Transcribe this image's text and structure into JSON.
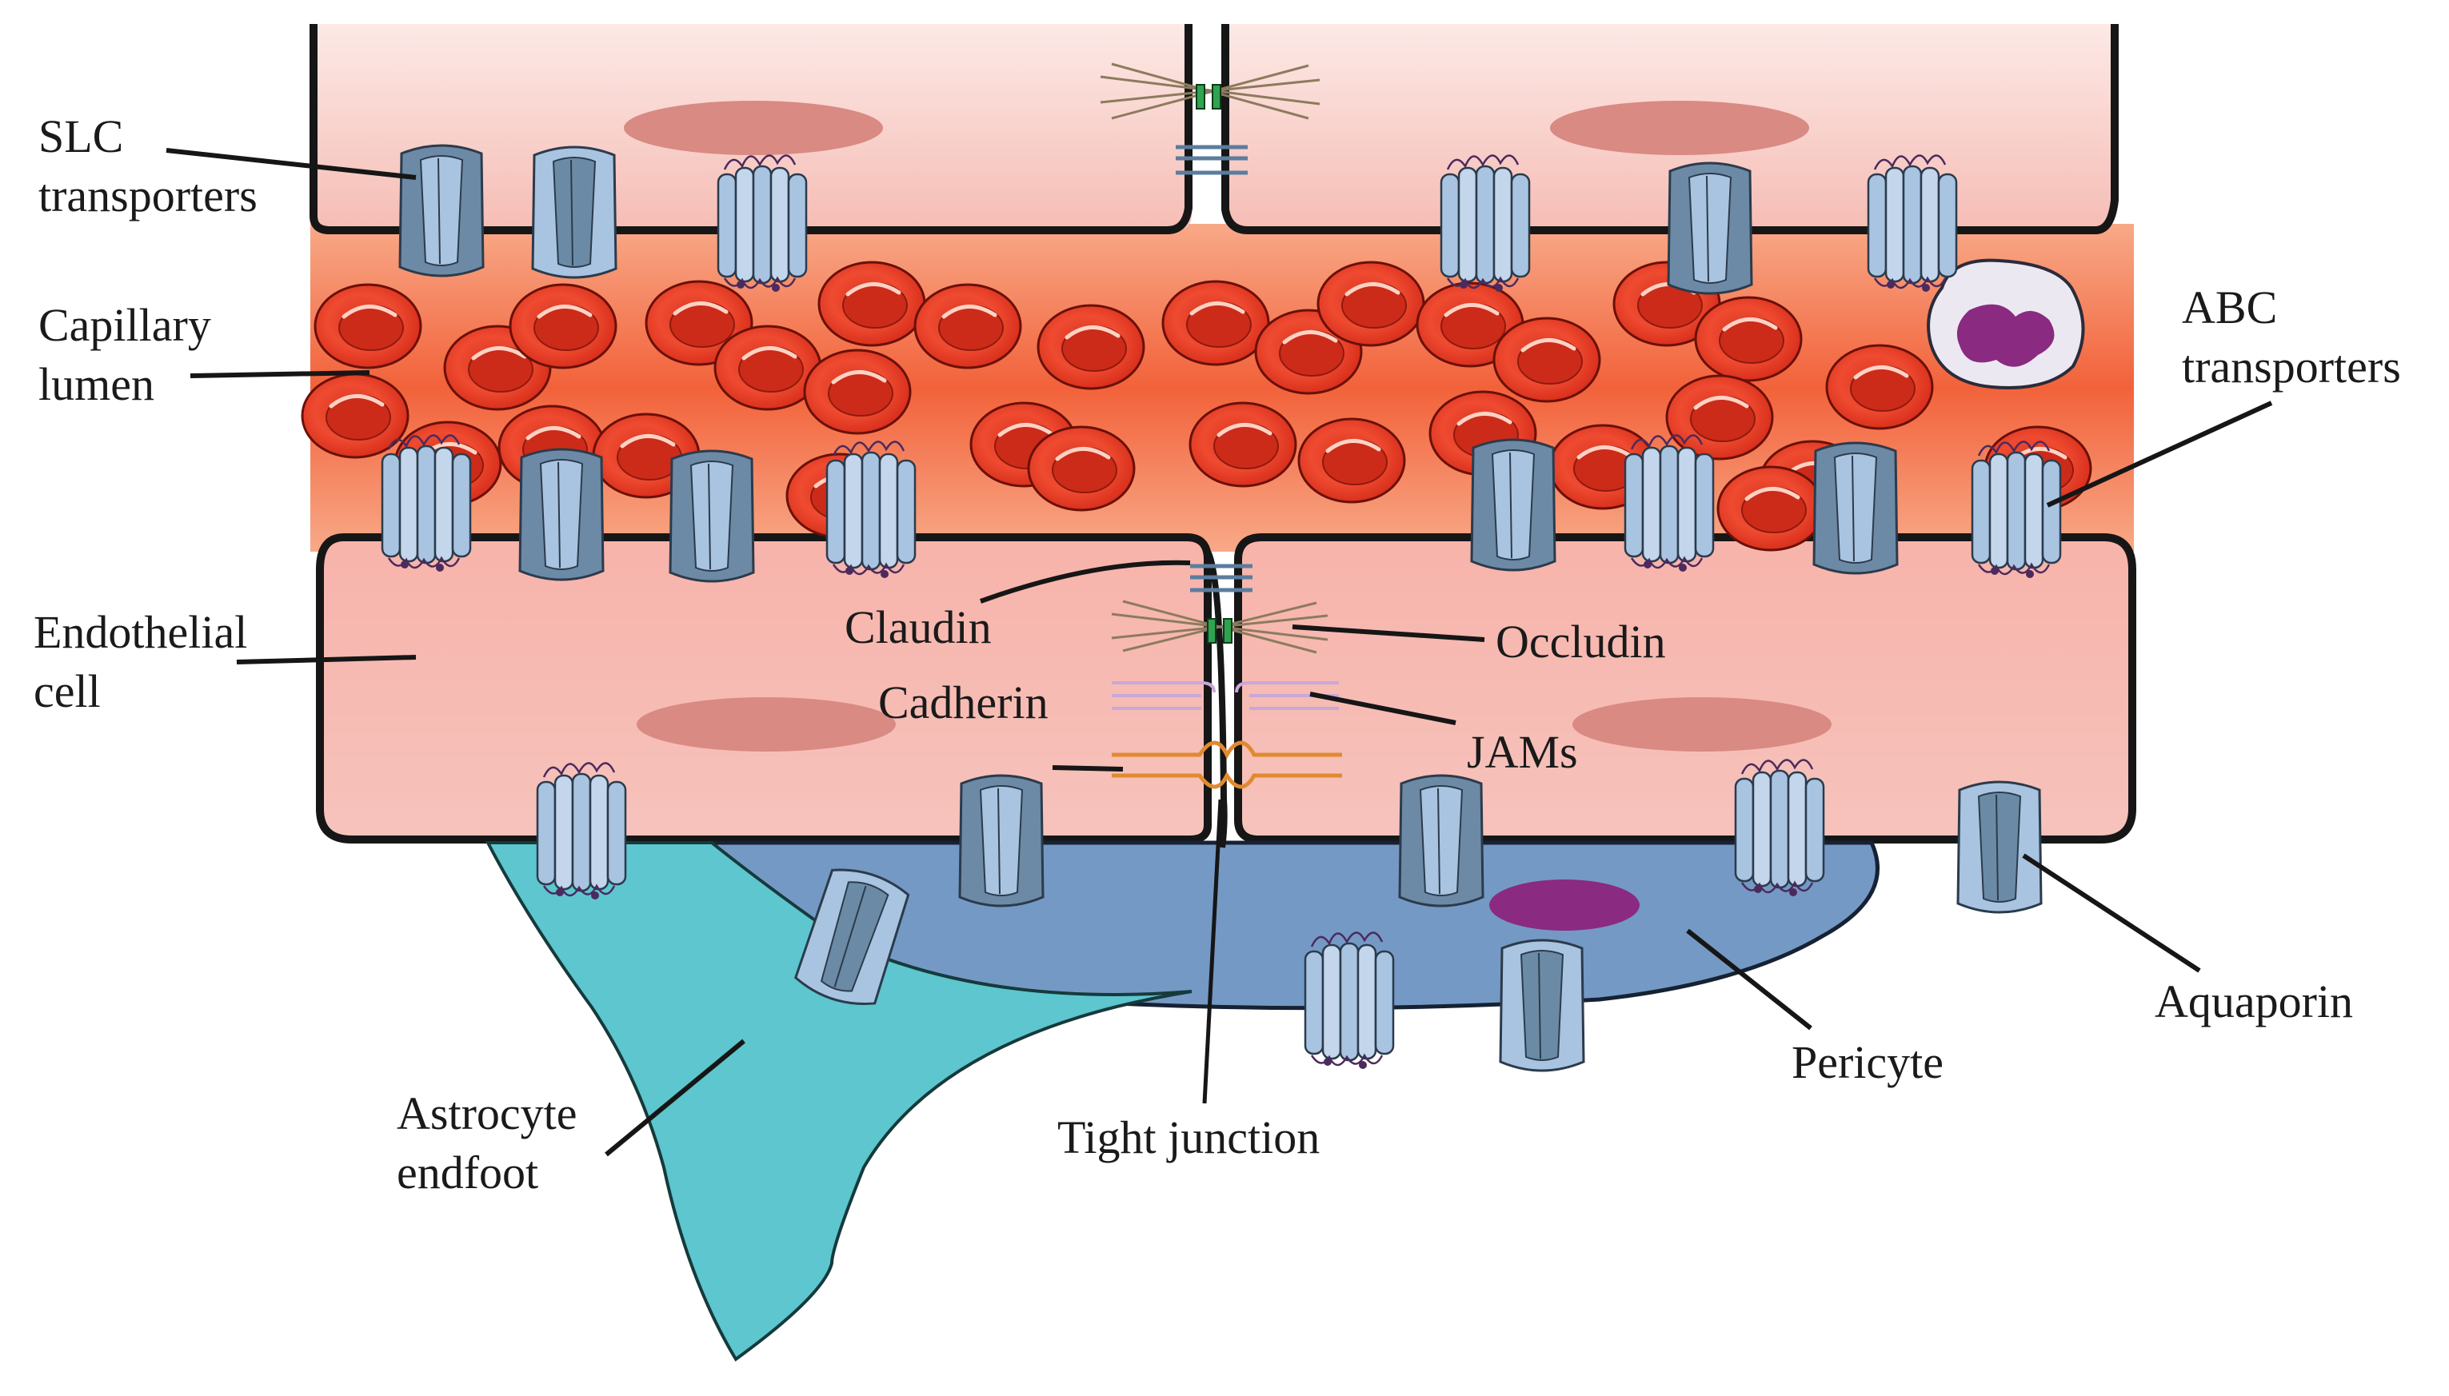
{
  "labels": {
    "slc": [
      "SLC",
      "transporters"
    ],
    "capillary": [
      "Capillary",
      "lumen"
    ],
    "endothelial": [
      "Endothelial",
      "cell"
    ],
    "abc": [
      "ABC",
      "transporters"
    ],
    "claudin": "Claudin",
    "occludin": "Occludin",
    "cadherin": "Cadherin",
    "jams": "JAMs",
    "aquaporin": "Aquaporin",
    "pericyte": "Pericyte",
    "astrocyte": [
      "Astrocyte",
      "endfoot"
    ],
    "tight_junction": "Tight junction"
  },
  "colors": {
    "top_cell": "#f6c2bd",
    "lumen_mid": "#f2623a",
    "lumen_edge": "#f8ad8d",
    "endothelial": "#f6b0a6",
    "nucleus": "#d98a83",
    "rbc": "#e33a26",
    "rbc_dark": "#a81a10",
    "pericyte": "#7598c2",
    "pericyte_nucleus": "#8a2a80",
    "astrocyte": "#5fc8cf",
    "transporter": "#a7c3e0",
    "transporter_dark": "#6d8aa3",
    "cadherin": "#e08a30",
    "jam": "#c9a8d8",
    "occludin_fiber": "#8c7b5e",
    "claudin": "#2ea44f"
  }
}
